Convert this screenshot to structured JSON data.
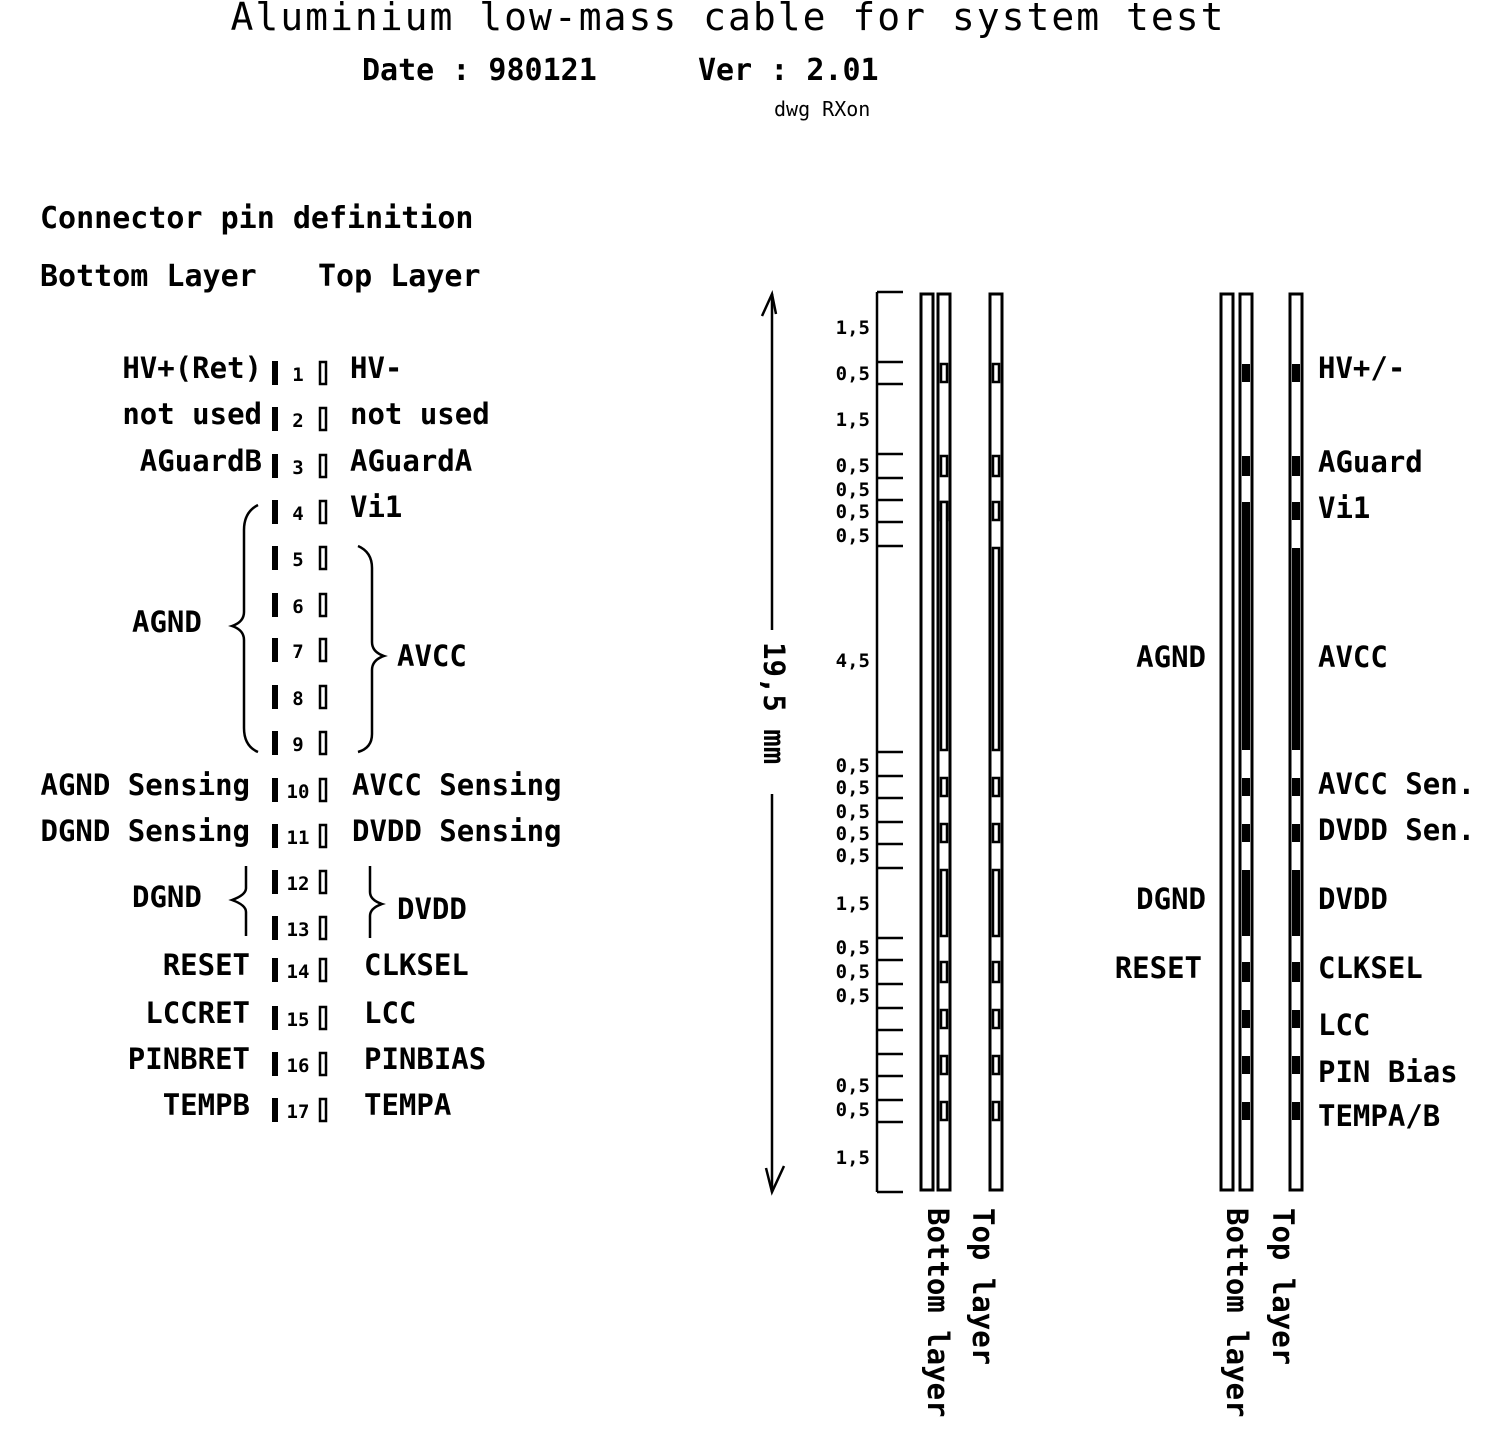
{
  "header": {
    "title": "Aluminium low-mass cable for system test",
    "date_label": "Date : 980121",
    "version_label": "Ver : 2.01",
    "drawn_by": "dwg RXon"
  },
  "connector": {
    "heading": "Connector pin definition",
    "bottom_layer_heading": "Bottom Layer",
    "top_layer_heading": "Top Layer",
    "pins": [
      {
        "num": "1",
        "bottom": "HV+(Ret)",
        "top": "HV-"
      },
      {
        "num": "2",
        "bottom": "not used",
        "top": "not used"
      },
      {
        "num": "3",
        "bottom": "AGuardB",
        "top": "AGuardA"
      },
      {
        "num": "4",
        "bottom": "",
        "top": "Vi1"
      },
      {
        "num": "5",
        "bottom": "",
        "top": ""
      },
      {
        "num": "6",
        "bottom": "",
        "top": ""
      },
      {
        "num": "7",
        "bottom": "",
        "top": ""
      },
      {
        "num": "8",
        "bottom": "",
        "top": ""
      },
      {
        "num": "9",
        "bottom": "",
        "top": ""
      },
      {
        "num": "10",
        "bottom": "AGND Sensing",
        "top": "AVCC Sensing"
      },
      {
        "num": "11",
        "bottom": "DGND Sensing",
        "top": "DVDD Sensing"
      },
      {
        "num": "12",
        "bottom": "",
        "top": ""
      },
      {
        "num": "13",
        "bottom": "",
        "top": ""
      },
      {
        "num": "14",
        "bottom": "RESET",
        "top": "CLKSEL"
      },
      {
        "num": "15",
        "bottom": "LCCRET",
        "top": "LCC"
      },
      {
        "num": "16",
        "bottom": "PINBRET",
        "top": "PINBIAS"
      },
      {
        "num": "17",
        "bottom": "TEMPB",
        "top": "TEMPA"
      }
    ],
    "groups": {
      "agnd": "AGND",
      "avcc": "AVCC",
      "dgnd": "DGND",
      "dvdd": "DVDD"
    }
  },
  "cable": {
    "total_width": "19,5 mm",
    "dimensions": [
      "1,5",
      "0,5",
      "1,5",
      "0,5",
      "0,5",
      "0,5",
      "0,5",
      "4,5",
      "0,5",
      "0,5",
      "0,5",
      "0,5",
      "0,5",
      "1,5",
      "0,5",
      "0,5",
      "0,5",
      "0,5",
      "0,5",
      "1,5"
    ],
    "bottom_layer_label": "Bottom layer",
    "top_layer_label": "Top layer"
  },
  "right_labels": {
    "left": [
      "AGND",
      "DGND",
      "RESET"
    ],
    "right": [
      "HV+/-",
      "AGuard",
      "Vi1",
      "AVCC",
      "AVCC Sen.",
      "DVDD Sen.",
      "DVDD",
      "CLKSEL",
      "LCC",
      "PIN Bias",
      "TEMPA/B"
    ]
  }
}
